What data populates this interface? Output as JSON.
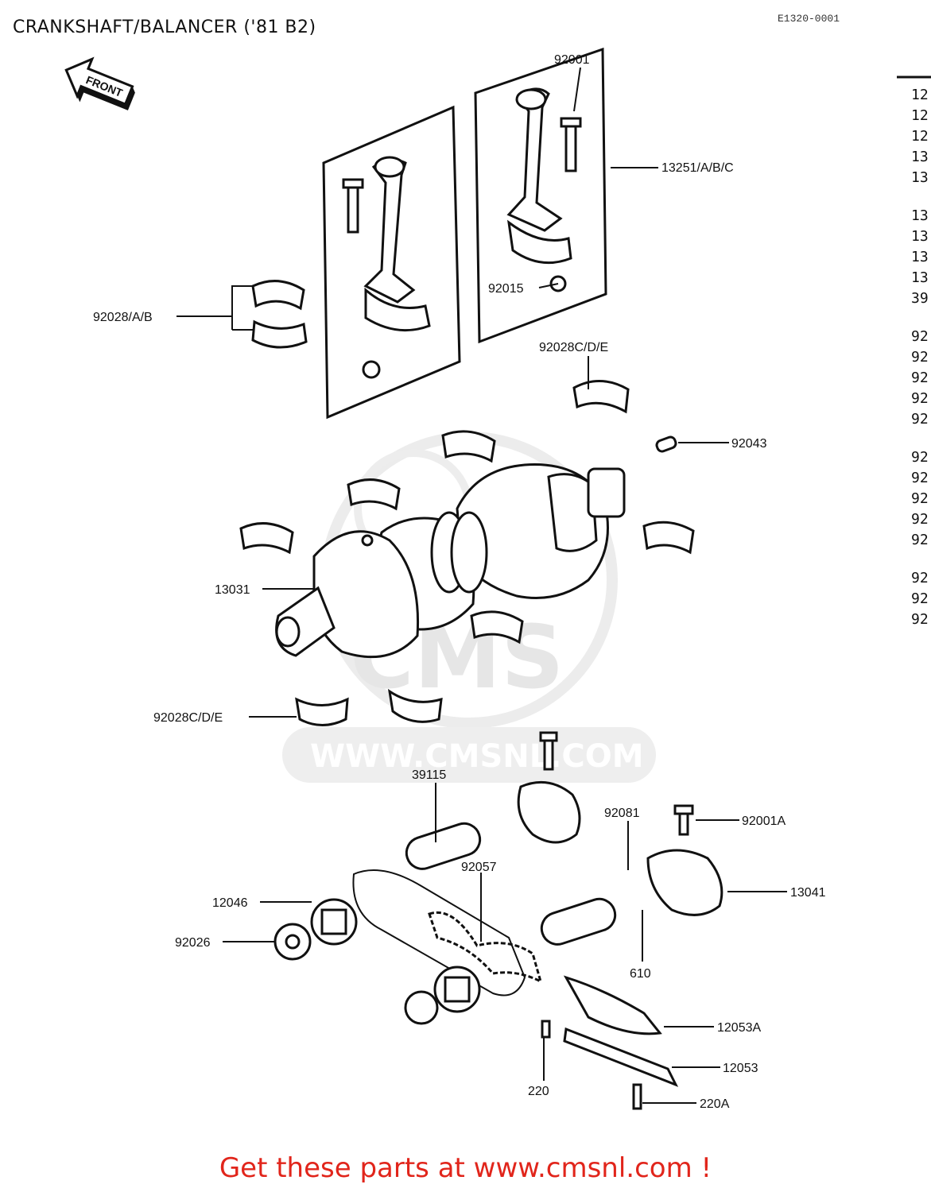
{
  "title": "CRANKSHAFT/BALANCER ('81 B2)",
  "diagram_code": "E1320-0001",
  "front_label": "FRONT",
  "watermark": {
    "brand": "CMS",
    "url": "WWW.CMSNL.COM"
  },
  "callouts": {
    "c92001": "92001",
    "c13251": "13251/A/B/C",
    "c92015": "92015",
    "c92028ab": "92028/A/B",
    "c92028cde_top": "92028C/D/E",
    "c92043": "92043",
    "c13031": "13031",
    "c92028cde_bot": "92028C/D/E",
    "c39115": "39115",
    "c92081": "92081",
    "c92001a": "92001A",
    "c92057": "92057",
    "c13041": "13041",
    "c12046": "12046",
    "c92026": "92026",
    "c610": "610",
    "c12053a": "12053A",
    "c12053": "12053",
    "c220": "220",
    "c220a": "220A"
  },
  "right_edge_fragments": [
    "12",
    "12",
    "12",
    "13",
    "13",
    "13",
    "13",
    "13",
    "13",
    "39",
    "92",
    "92",
    "92",
    "92",
    "92",
    "92",
    "92",
    "92",
    "92",
    "92",
    "92",
    "92",
    "92"
  ],
  "footer_text": "Get these parts at www.cmsnl.com !"
}
